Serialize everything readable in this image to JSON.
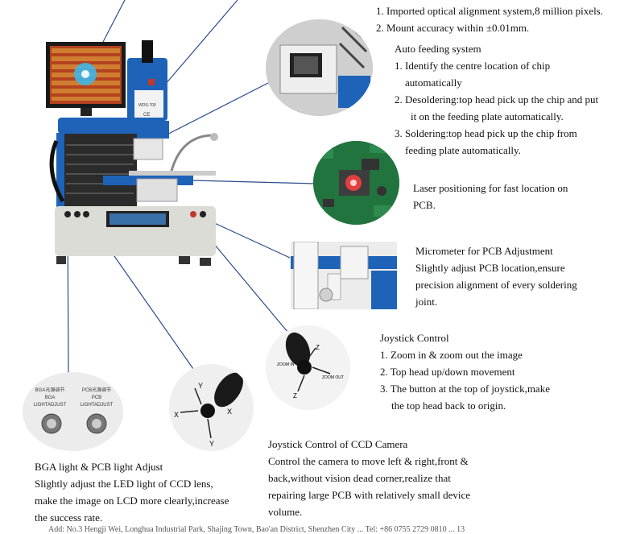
{
  "optical": {
    "items": [
      "1.  Imported optical alignment system,8 million pixels.",
      "2.  Mount accuracy within   ±0.01mm."
    ]
  },
  "autofeed": {
    "title": "Auto feeding system",
    "items": [
      "1.  Identify the centre location of chip",
      "automatically",
      "2.  Desoldering:top head pick up the chip and put",
      "it on the feeding plate automatically.",
      "3.  Soldering:top head pick up the chip from",
      "feeding plate automatically."
    ]
  },
  "laser": {
    "lines": [
      "Laser positioning for fast location on",
      "PCB."
    ]
  },
  "micrometer": {
    "lines": [
      "Micrometer for PCB Adjustment",
      "Slightly adjust PCB location,ensure",
      "precision alignment of every soldering",
      "joint."
    ]
  },
  "joystick": {
    "title": "Joystick Control",
    "items": [
      "1.  Zoom in & zoom out the image",
      "2.  Top head up/down movement",
      "3.  The button at the top of joystick,make",
      "the top head back to origin."
    ]
  },
  "ccd": {
    "lines": [
      "Joystick Control of CCD Camera",
      "Control the camera to move left & right,front &",
      "back,without vision dead corner,realize that",
      "repairing large PCB with relatively small device",
      "volume."
    ]
  },
  "bga": {
    "lines": [
      "BGA light & PCB light Adjust",
      "Slightly adjust the LED light of CCD lens,",
      "make the image on LCD more clearly,increase",
      "the success rate."
    ]
  },
  "knob_labels": {
    "bga_cn": "BGA光源调节",
    "bga": "BGA",
    "bga_adjust": "LIGHTADJUST",
    "pcb_cn": "PCB光源调节",
    "pcb": "PCB",
    "pcb_adjust": "LIGHTADJUST"
  },
  "joystick_axes": {
    "y": "Y",
    "x": "X",
    "z": "Z",
    "zoom_in": "ZOOM IN",
    "zoom_out": "ZOOM OUT"
  },
  "machine": {
    "model": "WDS-700",
    "ce": "CE"
  },
  "footer": "Add: No.3 Hengji Wei, Longhua Industrial Park, Shajing Town, Bao'an District, Shenzhen City ... Tel: +86 0755 2729 0810 ... 13"
}
